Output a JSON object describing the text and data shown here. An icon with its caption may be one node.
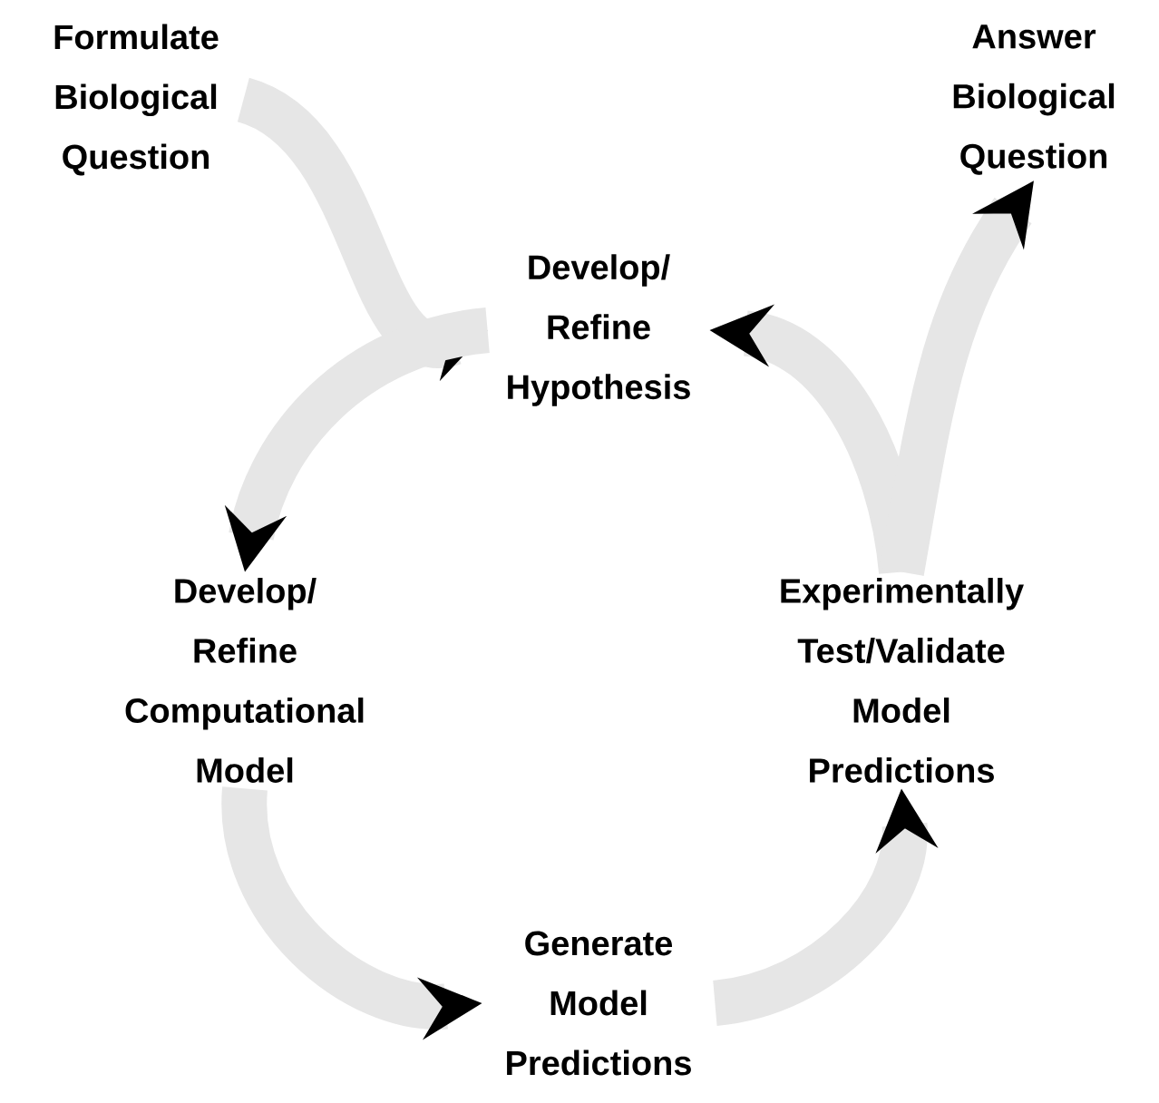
{
  "diagram": {
    "nodes": [
      {
        "text": [
          "Formulate Biological Question"
        ]
      },
      {
        "text": [
          "Answer Biological Question"
        ]
      },
      {
        "text": [
          "Develop/ Refine Hypothesis"
        ]
      },
      {
        "text": [
          "Experimentally Test/Validate Model Predictions"
        ]
      },
      {
        "text": [
          "Generate Model Predictions"
        ]
      },
      {
        "text": [
          "Develop/ Refine Computational Model"
        ]
      }
    ],
    "edges": [
      {
        "from": 0,
        "to": 2,
        "arrow": "to"
      },
      {
        "from": 2,
        "to": 5,
        "arrow": "to"
      },
      {
        "from": 5,
        "to": 4,
        "arrow": "to"
      },
      {
        "from": 4,
        "to": 3,
        "arrow": "to"
      },
      {
        "from": 3,
        "to": 2,
        "arrow": "to"
      },
      {
        "from": 3,
        "to": 1,
        "arrow": "to"
      }
    ]
  }
}
